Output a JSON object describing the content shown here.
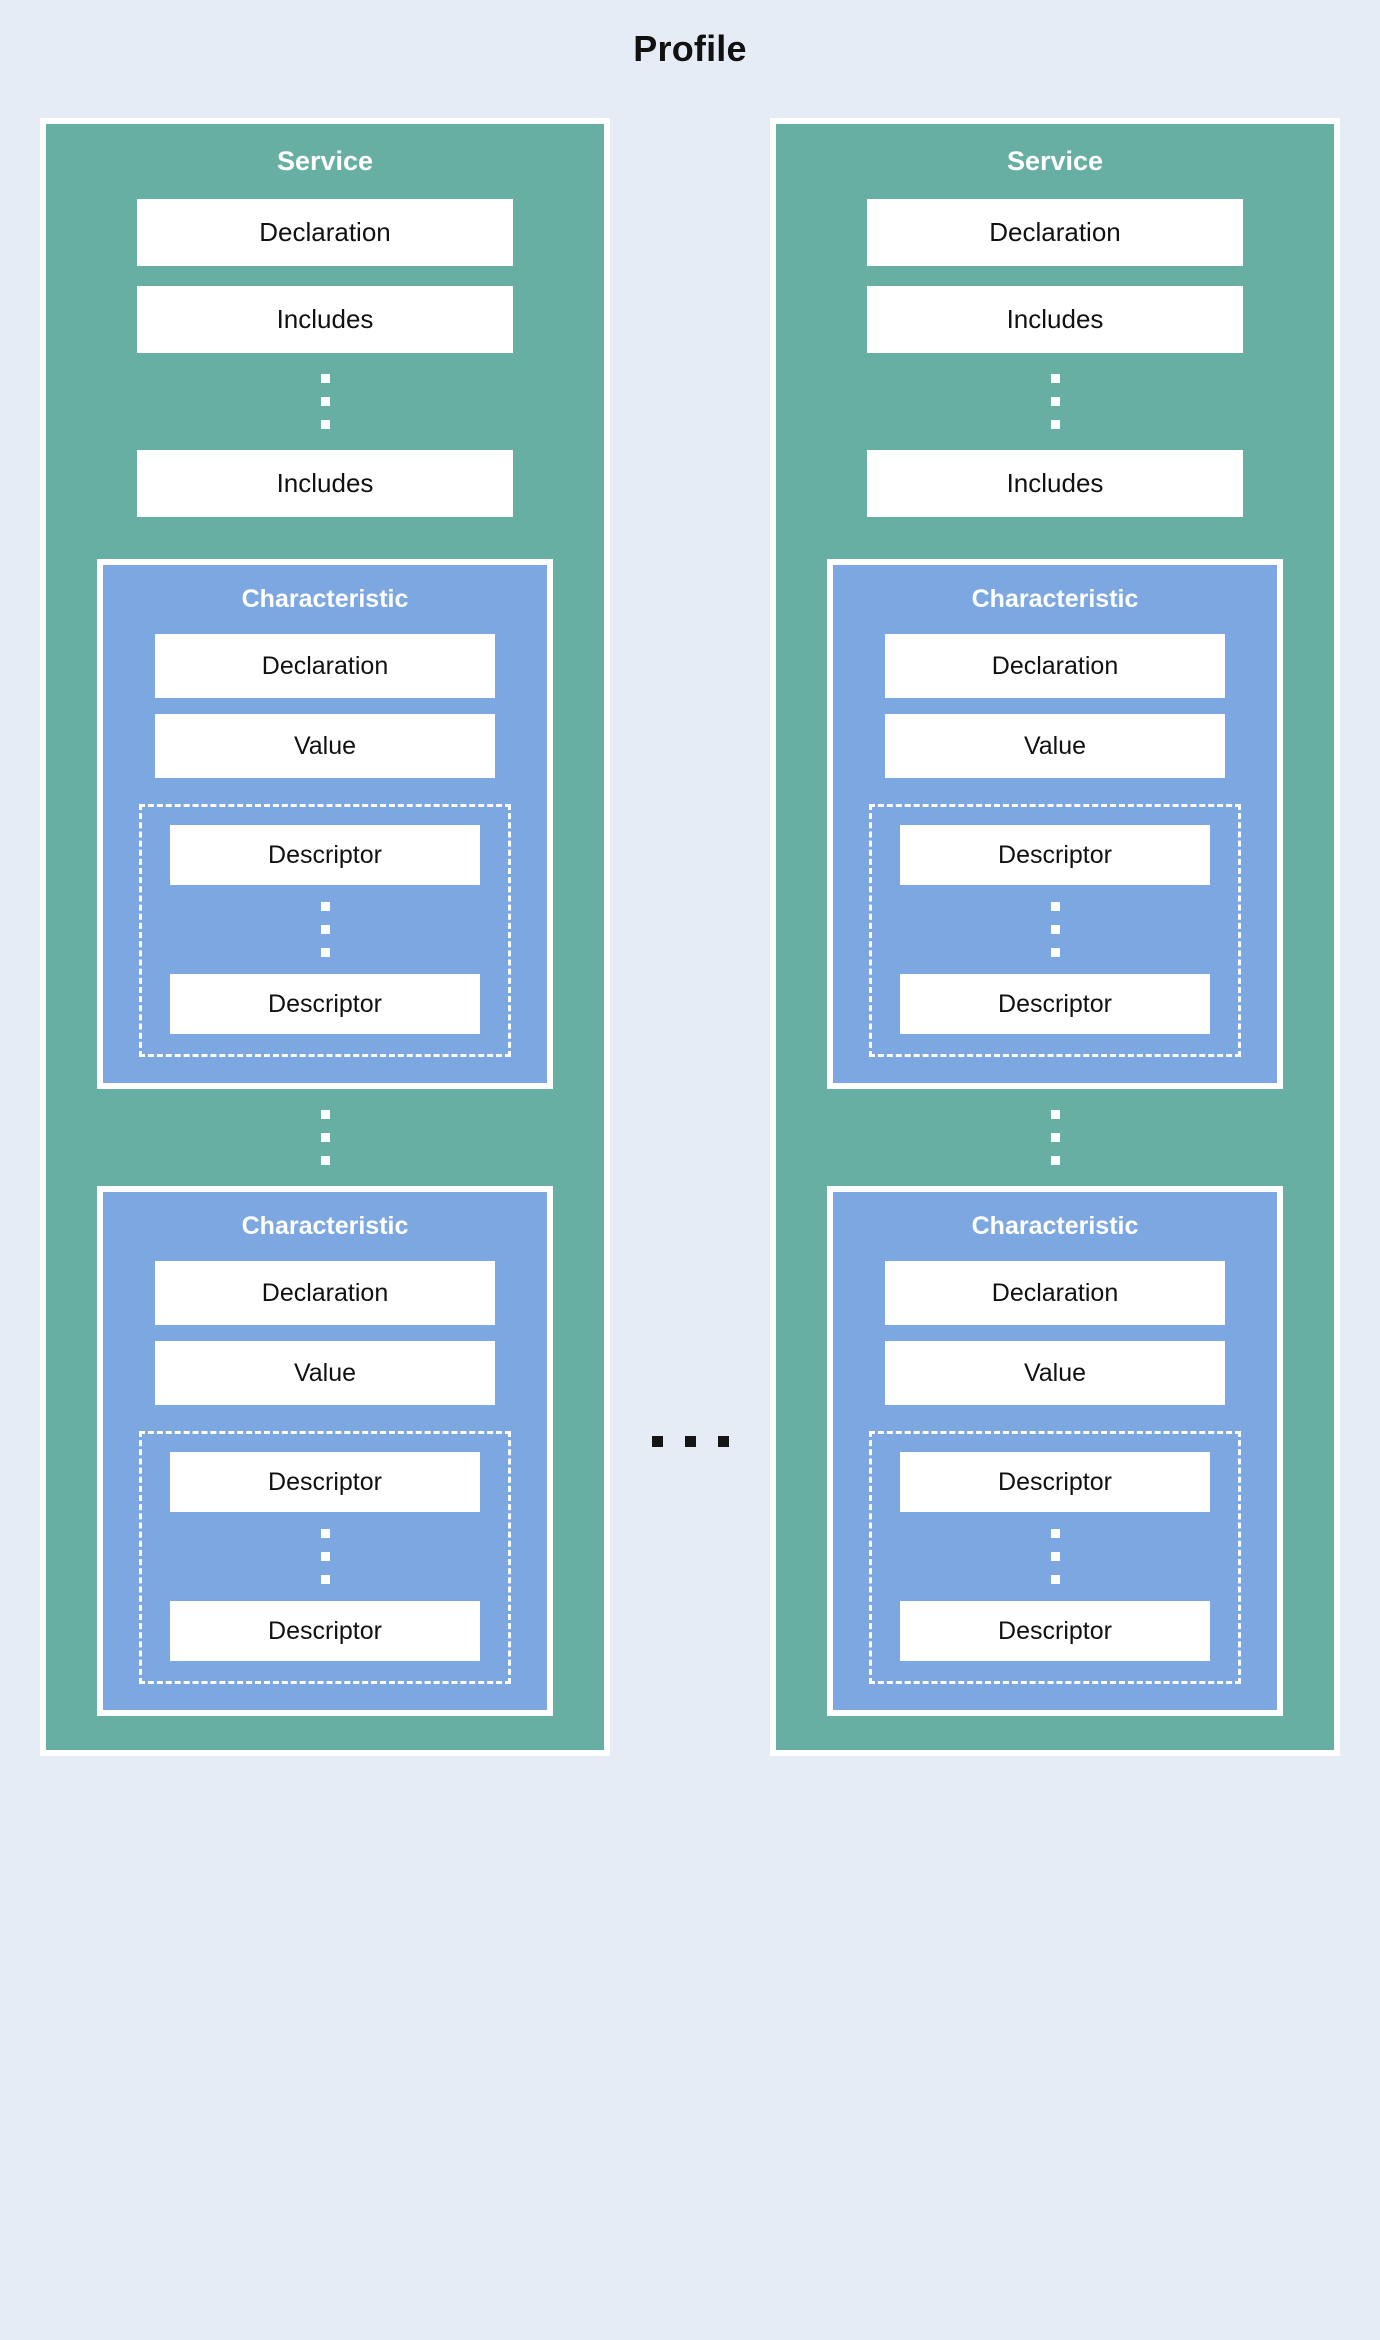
{
  "diagram": {
    "title": "Profile",
    "type": "nested-block-diagram",
    "colors": {
      "background": "#e6ecf5",
      "service": "#66afa2",
      "characteristic": "#7ca7e1",
      "slot": "#ffffff",
      "border": "#ffffff",
      "title_text": "#111111",
      "box_title_text": "#ffffff",
      "horizontal_ellipsis_dot": "#151515"
    },
    "ellipsis_between_services": "...",
    "services": [
      {
        "title": "Service",
        "slots": [
          {
            "label": "Declaration"
          },
          {
            "label": "Includes"
          }
        ],
        "ellipsis_after_includes": "⋮",
        "trailing_slot": {
          "label": "Includes"
        },
        "characteristics": [
          {
            "title": "Characteristic",
            "slots": [
              {
                "label": "Declaration"
              },
              {
                "label": "Value"
              }
            ],
            "descriptor_group": {
              "first": {
                "label": "Descriptor"
              },
              "ellipsis": "⋮",
              "last": {
                "label": "Descriptor"
              }
            }
          },
          {
            "title": "Characteristic",
            "slots": [
              {
                "label": "Declaration"
              },
              {
                "label": "Value"
              }
            ],
            "descriptor_group": {
              "first": {
                "label": "Descriptor"
              },
              "ellipsis": "⋮",
              "last": {
                "label": "Descriptor"
              }
            }
          }
        ],
        "ellipsis_between_characteristics": "⋮"
      },
      {
        "title": "Service",
        "slots": [
          {
            "label": "Declaration"
          },
          {
            "label": "Includes"
          }
        ],
        "ellipsis_after_includes": "⋮",
        "trailing_slot": {
          "label": "Includes"
        },
        "characteristics": [
          {
            "title": "Characteristic",
            "slots": [
              {
                "label": "Declaration"
              },
              {
                "label": "Value"
              }
            ],
            "descriptor_group": {
              "first": {
                "label": "Descriptor"
              },
              "ellipsis": "⋮",
              "last": {
                "label": "Descriptor"
              }
            }
          },
          {
            "title": "Characteristic",
            "slots": [
              {
                "label": "Declaration"
              },
              {
                "label": "Value"
              }
            ],
            "descriptor_group": {
              "first": {
                "label": "Descriptor"
              },
              "ellipsis": "⋮",
              "last": {
                "label": "Descriptor"
              }
            }
          }
        ],
        "ellipsis_between_characteristics": "⋮"
      }
    ]
  }
}
